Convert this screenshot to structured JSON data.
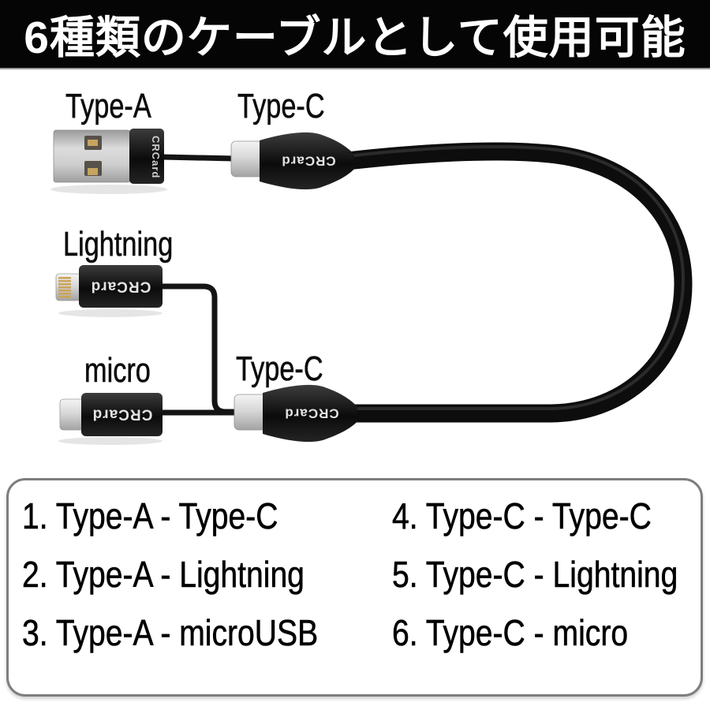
{
  "banner": {
    "title": "6種類のケーブルとして使用可能"
  },
  "figure": {
    "brand_label": "CRCard",
    "connector_labels": {
      "type_a": "Type-A",
      "type_c_top": "Type-C",
      "lightning": "Lightning",
      "micro": "micro",
      "type_c_bottom": "Type-C"
    }
  },
  "cable_list": {
    "left_column": [
      "1. Type-A - Type-C",
      "2. Type-A - Lightning",
      "3. Type-A - microUSB"
    ],
    "right_column": [
      "4. Type-C - Type-C",
      "5. Type-C - Lightning",
      "6. Type-C - micro"
    ]
  },
  "colors": {
    "banner_bg": "#050505",
    "banner_text": "#ffffff",
    "cable": "#0d0d0d",
    "adapter_body": "#161616",
    "metal_shell": "#c9c9c9",
    "gold_contacts": "#c7a45f",
    "list_border": "#7e7e7e",
    "text": "#000000"
  }
}
